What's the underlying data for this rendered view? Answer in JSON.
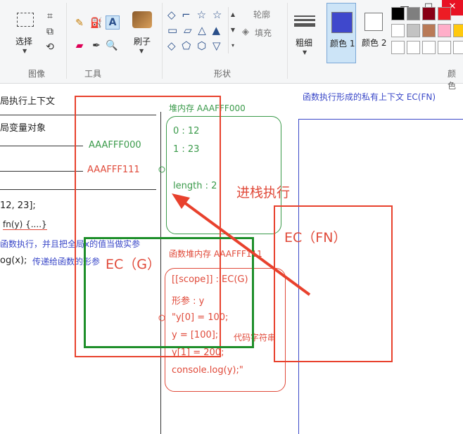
{
  "window": {
    "minimize": "—",
    "maximize": "□",
    "close": "✕"
  },
  "ribbon": {
    "select_label": "选择",
    "group_image": "图像",
    "group_tools": "工具",
    "brush_label": "刷子",
    "group_shapes": "形状",
    "outline_label": "轮廓",
    "fill_label": "填充",
    "size_label": "粗细",
    "color1_label": "颜色 1",
    "color2_label": "颜色 2",
    "group_colors": "颜色",
    "text_tool": "A"
  },
  "palette_row1": [
    "#000000",
    "#7f7f7f",
    "#880015",
    "#ed1c24"
  ],
  "palette_row2": [
    "#ffffff",
    "#c3c3c3",
    "#b97a57",
    "#ffaec9",
    "#ffc90e"
  ],
  "canvas": {
    "left_title": "局执行上下文",
    "left_vo": "局变量对象",
    "addr1": "AAAFFF000",
    "addr2": "AAAFFF111",
    "code1": "12, 23];",
    "code2": "fn(y) {....}",
    "code3": "函数执行，并且把全局x的值当做实参",
    "code4": "og(x);",
    "code4b": "传递给函数的形参",
    "top_right_title": "函数执行形成的私有上下文   EC(FN)",
    "heap_title": "堆内存  AAAFFF000",
    "heap_0": "0 : 12",
    "heap_1": "1 : 23",
    "heap_len": "length : 2",
    "push_label": "进栈执行",
    "ec_fn": "EC（FN）",
    "ec_g": "EC（G）",
    "fn_heap_title": "函数堆内存  AAAFFF111",
    "fn_scope": "[[scope]] : EC(G)",
    "fn_param": "形参 : y",
    "fn_code1": "\"y[0] = 100;",
    "fn_code2": "y = [100];",
    "fn_code3": "y[1] = 200;",
    "fn_code4": "console.log(y);\"",
    "fn_note": "代码字符串"
  }
}
